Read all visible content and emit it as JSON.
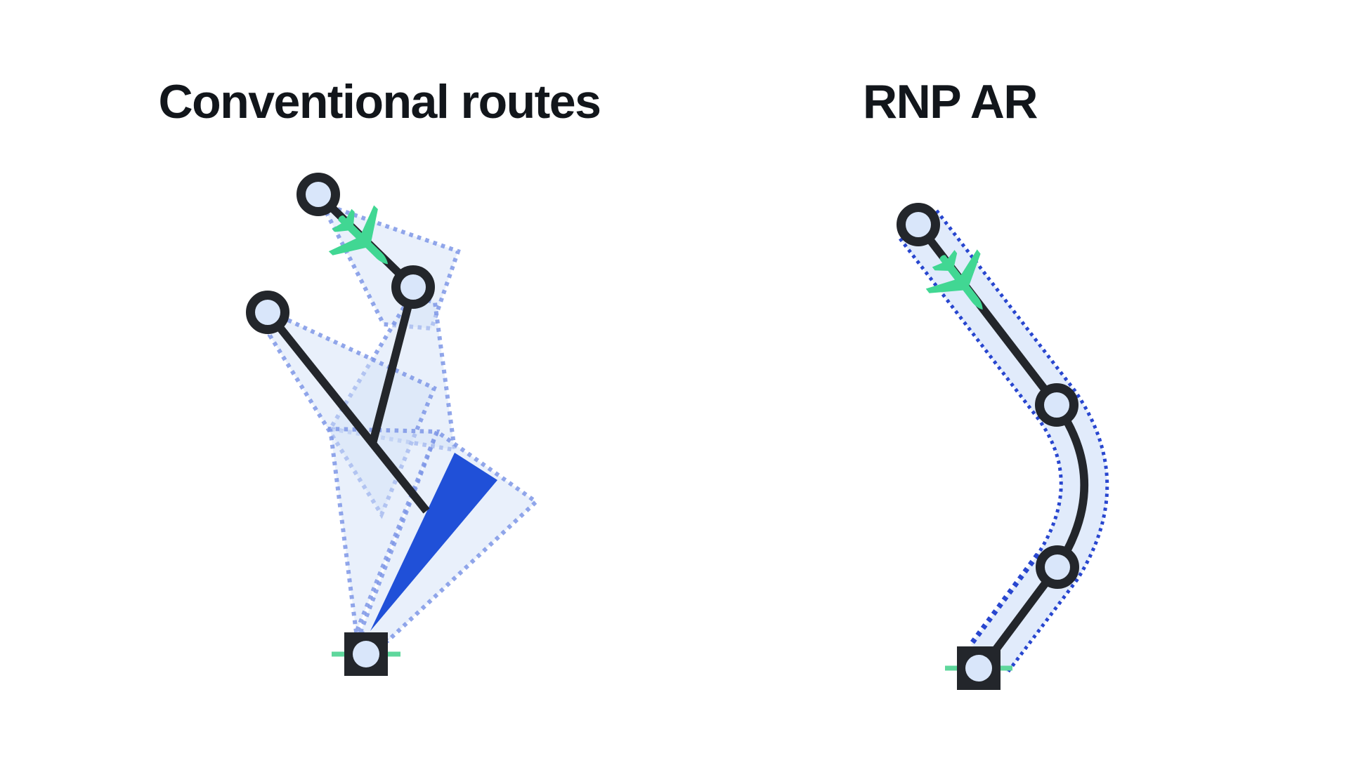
{
  "page": {
    "background": "#ffffff",
    "type": "comparison-diagram",
    "subject": "Flight route protection areas: conventional navigation vs RNP AR"
  },
  "panels": [
    {
      "id": "conventional",
      "title": "Conventional routes",
      "waypoint_count": 3,
      "route_legs": 3,
      "features": [
        "wide overlapping dotted protection funnels",
        "solid blue final-approach wedge",
        "airplane flying first leg",
        "runway airport symbol at end"
      ]
    },
    {
      "id": "rnp-ar",
      "title": "RNP AR",
      "waypoint_count": 3,
      "route_legs": 3,
      "features": [
        "narrow constant-width curved dotted corridor",
        "airplane flying first leg",
        "runway airport symbol at end"
      ]
    }
  ],
  "colors": {
    "background": "#ffffff",
    "title_text": "#12161b",
    "route_black": "#23262b",
    "waypoint_fill": "#d9e6fa",
    "funnel_fill": "#d3e2f8",
    "funnel_border_light": "#7e97e6",
    "corridor_border_dark": "#2846cf",
    "final_approach_wedge": "#2050d8",
    "airplane_green": "#41d793",
    "runway_green": "#5fd79c"
  },
  "icons": {
    "airplane": "airplane-top-view-icon",
    "waypoint": "waypoint-circle-icon",
    "airport": "runway-airport-icon"
  }
}
